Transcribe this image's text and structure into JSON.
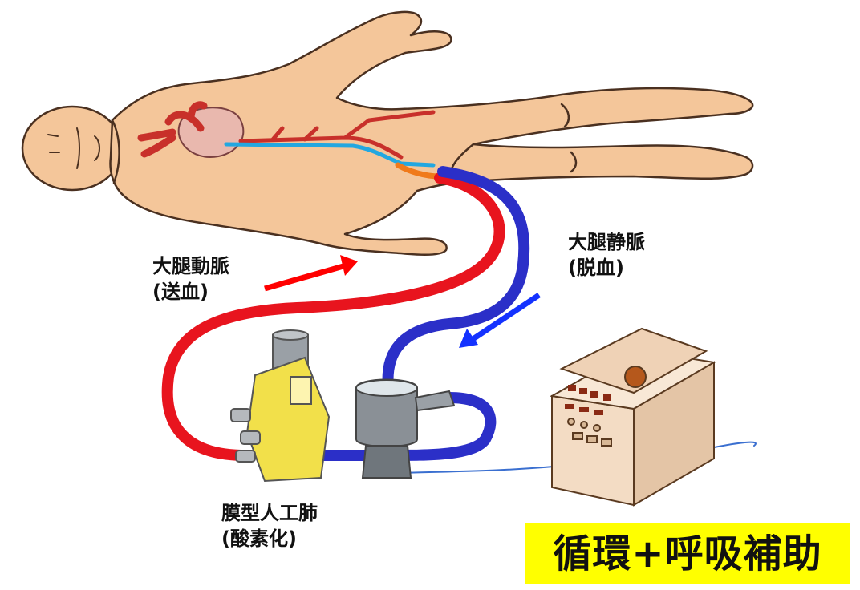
{
  "labels": {
    "artery": {
      "name": "大腿動脈",
      "role": "(送血)"
    },
    "vein": {
      "name": "大腿静脈",
      "role": "(脱血)"
    },
    "oxygenator": {
      "name": "膜型人工肺",
      "role": "(酸素化)"
    }
  },
  "caption": {
    "text": "循環+呼吸補助",
    "background": "#ffff00"
  },
  "colors": {
    "skin": "#f4c69a",
    "skin_outline": "#4a3020",
    "arterial_blood": "#e8141e",
    "venous_blood": "#2b2fc8",
    "arrow_red": "#ff0000",
    "arrow_blue": "#1432ff",
    "oxygenator_body": "#f2e04a",
    "pump_gray": "#8a9096",
    "console_body": "#f3dcc4",
    "console_dark": "#8a2a14",
    "cable": "#3a6fd0"
  }
}
